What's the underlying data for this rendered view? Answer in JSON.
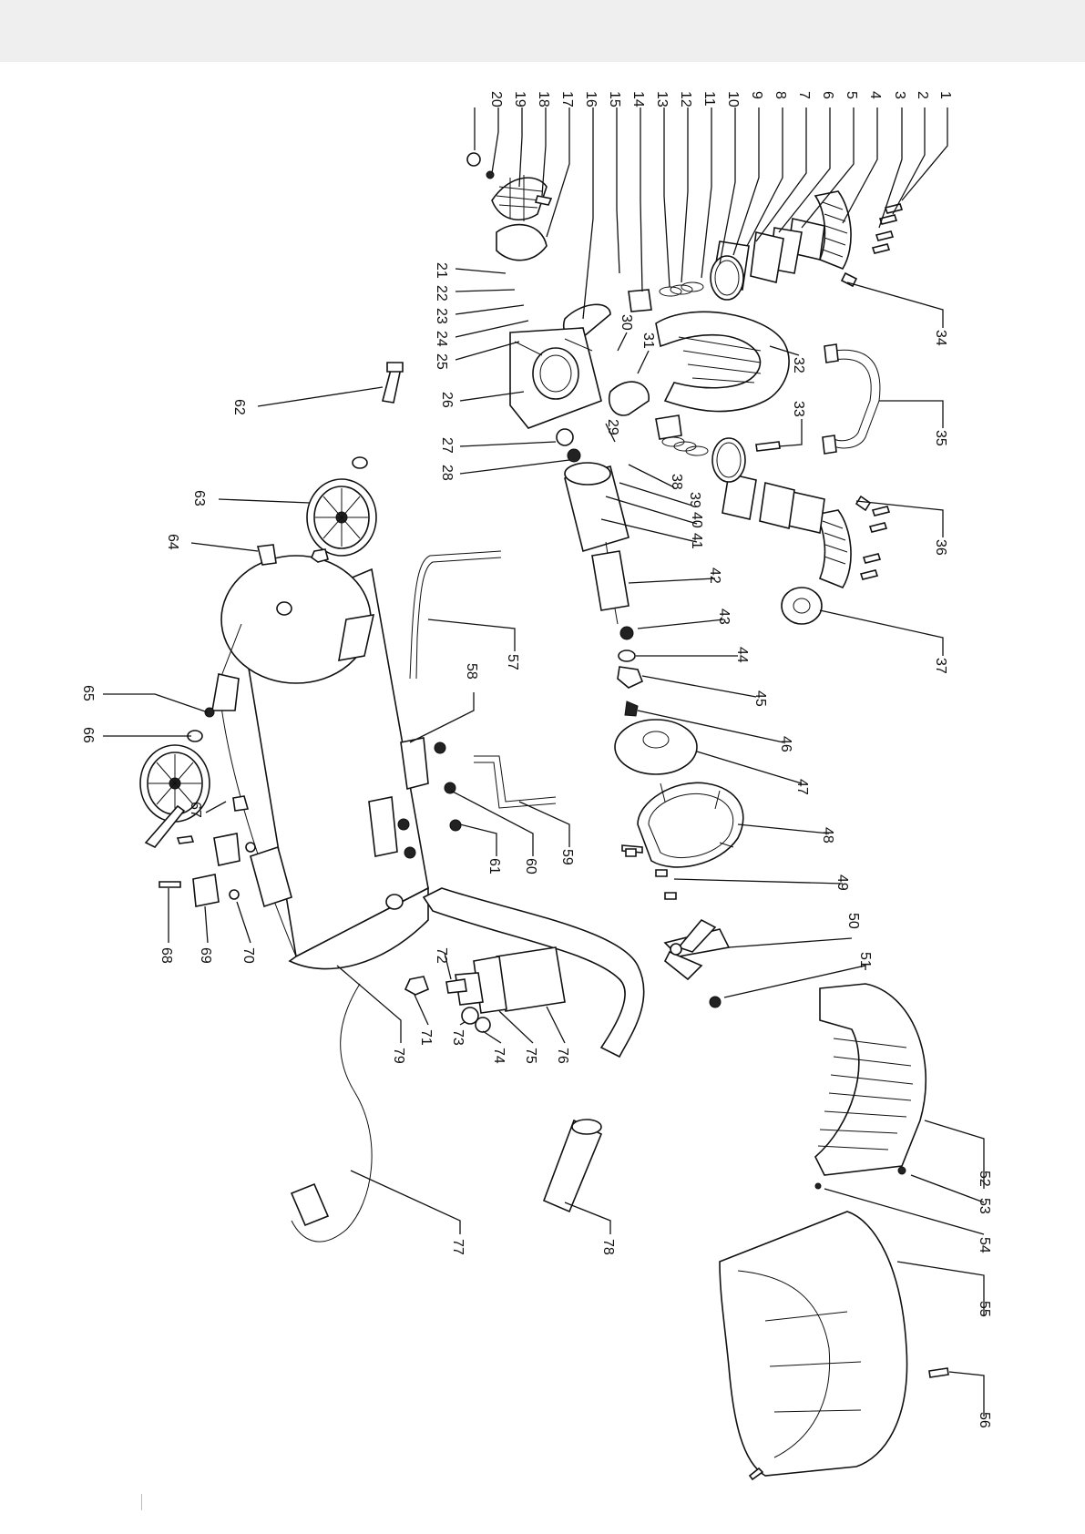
{
  "diagram": {
    "callouts": [
      {
        "id": "c1",
        "text": "1"
      },
      {
        "id": "c2",
        "text": "2"
      },
      {
        "id": "c3",
        "text": "3"
      },
      {
        "id": "c4",
        "text": "4"
      },
      {
        "id": "c5",
        "text": "5"
      },
      {
        "id": "c6",
        "text": "6"
      },
      {
        "id": "c7",
        "text": "7"
      },
      {
        "id": "c8",
        "text": "8"
      },
      {
        "id": "c9",
        "text": "9"
      },
      {
        "id": "c10",
        "text": "10"
      },
      {
        "id": "c11",
        "text": "11"
      },
      {
        "id": "c12",
        "text": "12"
      },
      {
        "id": "c13",
        "text": "13"
      },
      {
        "id": "c14",
        "text": "14"
      },
      {
        "id": "c15",
        "text": "15"
      },
      {
        "id": "c16",
        "text": "16"
      },
      {
        "id": "c17",
        "text": "17"
      },
      {
        "id": "c18",
        "text": "18"
      },
      {
        "id": "c19",
        "text": "19"
      },
      {
        "id": "c20",
        "text": "20"
      },
      {
        "id": "c21",
        "text": "21"
      },
      {
        "id": "c22",
        "text": "22"
      },
      {
        "id": "c23",
        "text": "23"
      },
      {
        "id": "c24",
        "text": "24"
      },
      {
        "id": "c25",
        "text": "25"
      },
      {
        "id": "c26",
        "text": "26"
      },
      {
        "id": "c27",
        "text": "27"
      },
      {
        "id": "c28",
        "text": "28"
      },
      {
        "id": "c29",
        "text": "29"
      },
      {
        "id": "c30",
        "text": "30"
      },
      {
        "id": "c31",
        "text": "31"
      },
      {
        "id": "c32",
        "text": "32"
      },
      {
        "id": "c33",
        "text": "33"
      },
      {
        "id": "c34",
        "text": "34"
      },
      {
        "id": "c35",
        "text": "35"
      },
      {
        "id": "c36",
        "text": "36"
      },
      {
        "id": "c37",
        "text": "37"
      },
      {
        "id": "c38",
        "text": "38"
      },
      {
        "id": "c39",
        "text": "39"
      },
      {
        "id": "c40",
        "text": "40"
      },
      {
        "id": "c41",
        "text": "41"
      },
      {
        "id": "c42",
        "text": "42"
      },
      {
        "id": "c43",
        "text": "43"
      },
      {
        "id": "c44",
        "text": "44"
      },
      {
        "id": "c45",
        "text": "45"
      },
      {
        "id": "c46",
        "text": "46"
      },
      {
        "id": "c47",
        "text": "47"
      },
      {
        "id": "c48",
        "text": "48"
      },
      {
        "id": "c49",
        "text": "49"
      },
      {
        "id": "c50",
        "text": "50"
      },
      {
        "id": "c51",
        "text": "51"
      },
      {
        "id": "c52",
        "text": "52"
      },
      {
        "id": "c53",
        "text": "53"
      },
      {
        "id": "c54",
        "text": "54"
      },
      {
        "id": "c55",
        "text": "55"
      },
      {
        "id": "c56",
        "text": "56"
      },
      {
        "id": "c57",
        "text": "57"
      },
      {
        "id": "c58",
        "text": "58"
      },
      {
        "id": "c59",
        "text": "59"
      },
      {
        "id": "c60",
        "text": "60"
      },
      {
        "id": "c61",
        "text": "61"
      },
      {
        "id": "c62",
        "text": "62"
      },
      {
        "id": "c63",
        "text": "63"
      },
      {
        "id": "c64",
        "text": "64"
      },
      {
        "id": "c65",
        "text": "65"
      },
      {
        "id": "c66",
        "text": "66"
      },
      {
        "id": "c67",
        "text": "67"
      },
      {
        "id": "c68",
        "text": "68"
      },
      {
        "id": "c69",
        "text": "69"
      },
      {
        "id": "c70",
        "text": "70"
      },
      {
        "id": "c71",
        "text": "71"
      },
      {
        "id": "c72",
        "text": "72"
      },
      {
        "id": "c73",
        "text": "73"
      },
      {
        "id": "c74",
        "text": "74"
      },
      {
        "id": "c75",
        "text": "75"
      },
      {
        "id": "c76",
        "text": "76"
      },
      {
        "id": "c77",
        "text": "77"
      },
      {
        "id": "c78",
        "text": "78"
      },
      {
        "id": "c79",
        "text": "79"
      }
    ]
  }
}
